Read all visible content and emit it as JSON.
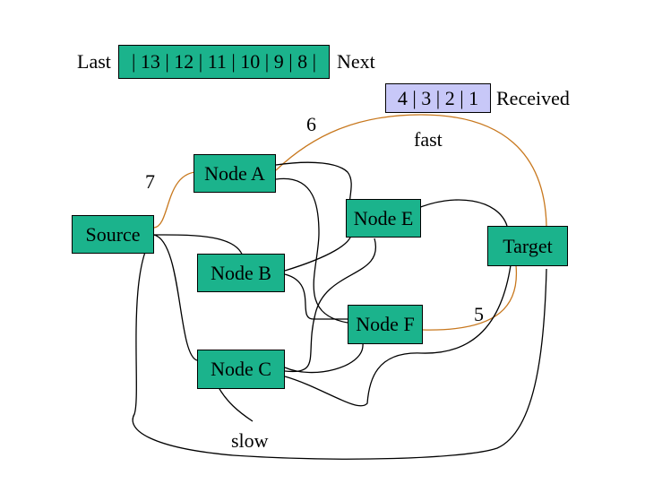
{
  "colors": {
    "node_fill": "#1bb38c",
    "received_fill": "#c8c8f8",
    "fast_path": "#c8781e",
    "slow_path": "#000000",
    "background": "#ffffff"
  },
  "queue": {
    "last_label": "Last",
    "packets": "| 13 | 12 | 11 | 10 | 9 | 8 |",
    "next_label": "Next"
  },
  "received": {
    "packets": "4 | 3 | 2 | 1",
    "label": "Received"
  },
  "nodes": {
    "source": "Source",
    "a": "Node A",
    "b": "Node B",
    "c": "Node C",
    "e": "Node E",
    "f": "Node F",
    "target": "Target"
  },
  "labels": {
    "fast": "fast",
    "slow": "slow",
    "packet_6": "6",
    "packet_7": "7",
    "packet_5": "5"
  }
}
